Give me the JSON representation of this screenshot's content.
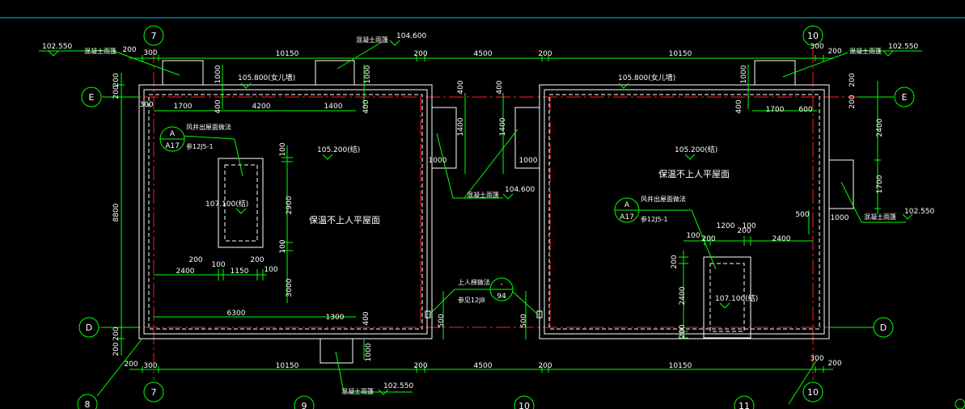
{
  "colors": {
    "background": "#000000",
    "dimension": "#00ff00",
    "wall": "#ffffff",
    "axis": "#ff2020",
    "topline": "#00c8d0",
    "hatch": "#ff4040"
  },
  "grid_labels": {
    "col7_top": "7",
    "col10_top": "10",
    "col7_bottom": "7",
    "col10_bottom": "10",
    "col8_bottom": "8",
    "col9_bottom": "9",
    "col10b_bottom": "10",
    "col11_bottom": "11",
    "row_E_left": "E",
    "row_E_right": "E",
    "row_D_left": "D",
    "row_D_right": "D"
  },
  "elevations": {
    "top_left": "102.550",
    "top_center": "104.600",
    "top_right": "102.550",
    "parapet_left": "105.800(女儿墙)",
    "parapet_right": "105.800(女儿墙)",
    "roof_left": "105.200(结)",
    "roof_right": "105.200(结)",
    "shaft_left": "107.100(结)",
    "shaft_right": "107.100(结)",
    "mid_canopy": "104.600",
    "right_canopy": "102.550",
    "bottom_canopy": "102.550"
  },
  "annotations": {
    "canopy": "混凝土雨篷",
    "roof_note": "保温不上人平屋面",
    "vent_note": "风井出屋面做法",
    "vent_ref": "参12J5-1",
    "detail_A": "A",
    "detail_A17": "A17",
    "access_note": "上人梯做法",
    "access_ref": "参见12J8",
    "access_dash": "-",
    "access_94": "94"
  },
  "dimensions": {
    "top_300L": "300",
    "top_200L": "200",
    "top_10150L": "10150",
    "top_200M1": "200",
    "top_4500": "4500",
    "top_200M2": "200",
    "top_10150R": "10150",
    "top_300R": "300",
    "top_200R": "200",
    "bot_300L": "300",
    "bot_10150L": "10150",
    "bot_200M1": "200",
    "bot_4500": "4500",
    "bot_200M2": "200",
    "bot_10150R": "10150",
    "bot_300R": "300",
    "bot_200R": "200",
    "bot_200LL": "200",
    "left_200a": "200",
    "left_200b": "200",
    "left_8800": "8800",
    "left_200c": "200",
    "left_200d": "200",
    "right_200a": "200",
    "right_200b": "200",
    "right_2400": "2400",
    "right_1700": "1700",
    "l_1700": "1700",
    "l_400a": "400",
    "l_4200": "4200",
    "l_1400": "1400",
    "l_400b": "400",
    "l_1000a": "1000",
    "l_100": "100",
    "l_200": "200",
    "l_2900": "2900",
    "l_100b": "100",
    "l_3000": "3000",
    "l_2400": "2400",
    "l_100c": "100",
    "l_1150": "1150",
    "l_200b": "200",
    "l_100d": "100",
    "l_6300": "6300",
    "l_1300": "1300",
    "l_400c": "400",
    "l_1000b": "1000",
    "l_500": "500",
    "l_300": "300",
    "m_400a": "400",
    "m_400b": "400",
    "m_1400a": "1400",
    "m_1400b": "1400",
    "m_1000a": "1000",
    "m_1000b": "1000",
    "m_500": "500",
    "m_1000c": "1000",
    "r_1000": "1000",
    "r_400": "400",
    "r_1700": "1700",
    "r_600": "600",
    "r_500": "500",
    "r_1000b": "1000",
    "r_1200": "1200",
    "r_100": "100",
    "r_100b": "100",
    "r_200": "200",
    "r_200b": "200",
    "r_2400": "2400",
    "r_200c": "200",
    "r_2400v": "2400",
    "r_200d": "200"
  }
}
